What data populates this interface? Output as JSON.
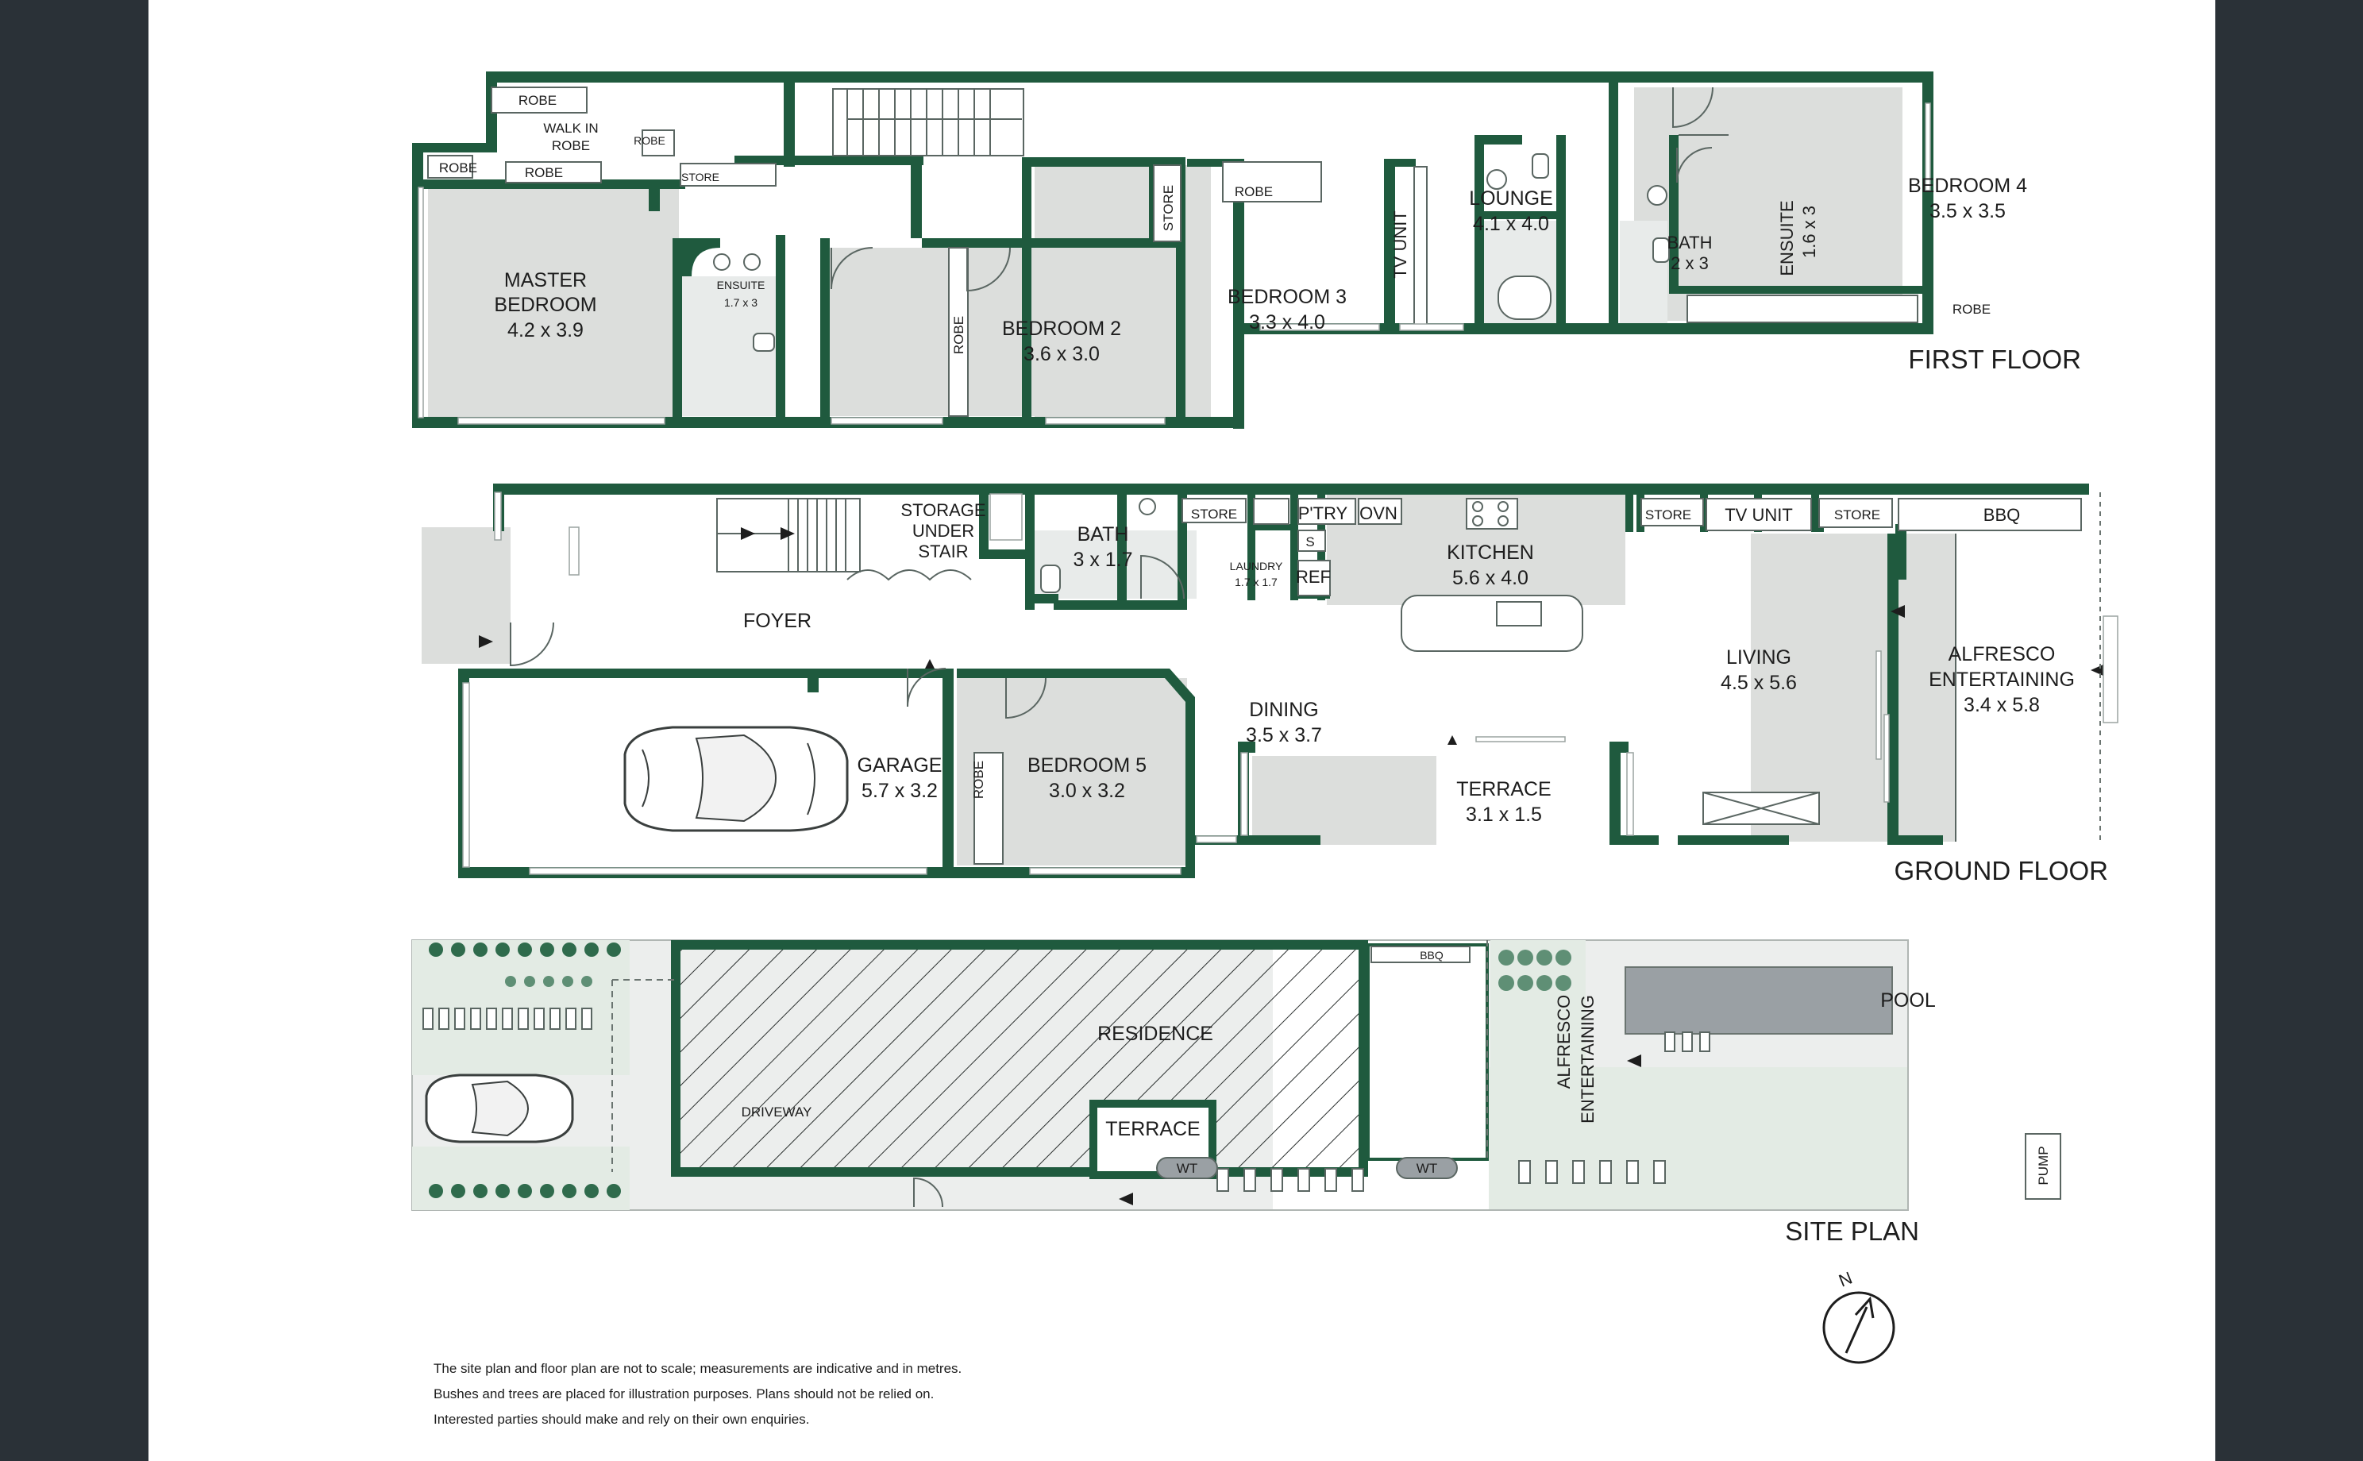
{
  "floors": {
    "first": "FIRST FLOOR",
    "ground": "GROUND FLOOR",
    "site": "SITE PLAN"
  },
  "first_floor": {
    "robe": "ROBE",
    "walk_in_1": "WALK IN",
    "walk_in_2": "ROBE",
    "store": "STORE",
    "master_1": "MASTER",
    "master_2": "BEDROOM",
    "master_dim": "4.2 x 3.9",
    "ensuite": "ENSUITE",
    "ensuite_dim": "1.7 x 3",
    "bed2": "BEDROOM 2",
    "bed2_dim": "3.6 x 3.0",
    "bed3": "BEDROOM 3",
    "bed3_dim": "3.3 x 4.0",
    "tv_unit": "TV UNIT",
    "lounge": "LOUNGE",
    "lounge_dim": "4.1 x 4.0",
    "bath": "BATH",
    "bath_dim": "2 x 3",
    "ensuite2": "ENSUITE",
    "ensuite2_dim": "1.6 x 3",
    "bed4": "BEDROOM 4",
    "bed4_dim": "3.5 x 3.5"
  },
  "ground_floor": {
    "storage_1": "STORAGE",
    "storage_2": "UNDER",
    "storage_3": "STAIR",
    "bath": "BATH",
    "bath_dim": "3 x 1.7",
    "store": "STORE",
    "pantry": "P'TRY",
    "oven": "OVN",
    "sink": "S",
    "laundry": "LAUNDRY",
    "laundry_dim": "1.7 x 1.7",
    "fridge": "REF",
    "kitchen": "KITCHEN",
    "kitchen_dim": "5.6 x 4.0",
    "tv_unit": "TV UNIT",
    "bbq": "BBQ",
    "foyer": "FOYER",
    "living": "LIVING",
    "living_dim": "4.5 x 5.6",
    "alfresco_1": "ALFRESCO",
    "alfresco_2": "ENTERTAINING",
    "alfresco_dim": "3.4 x 5.8",
    "garage": "GARAGE",
    "garage_dim": "5.7 x 3.2",
    "robe": "ROBE",
    "bed5": "BEDROOM 5",
    "bed5_dim": "3.0 x 3.2",
    "dining": "DINING",
    "dining_dim": "3.5 x 3.7",
    "terrace": "TERRACE",
    "terrace_dim": "3.1 x 1.5"
  },
  "site_plan": {
    "residence": "RESIDENCE",
    "driveway": "DRIVEWAY",
    "terrace": "TERRACE",
    "wt": "WT",
    "bbq": "BBQ",
    "alfresco_1": "ALFRESCO",
    "alfresco_2": "ENTERTAINING",
    "pool": "POOL",
    "pump": "PUMP"
  },
  "compass": "N",
  "disclaimer": [
    "The site plan and floor plan are not to scale; measurements are indicative and in metres.",
    "Bushes and trees are placed for illustration purposes. Plans should not be relied on.",
    "Interested parties should make and rely on their own enquiries."
  ],
  "colors": {
    "wall": "#1f5a3e",
    "room_fill": "#dcdedc",
    "background": "#2a3137",
    "sheet": "#ffffff",
    "pool": "#9aa0a4"
  },
  "icons": [
    "car-icon",
    "stair-icon",
    "compass-icon",
    "tree-icon",
    "door-arrow-icon"
  ]
}
